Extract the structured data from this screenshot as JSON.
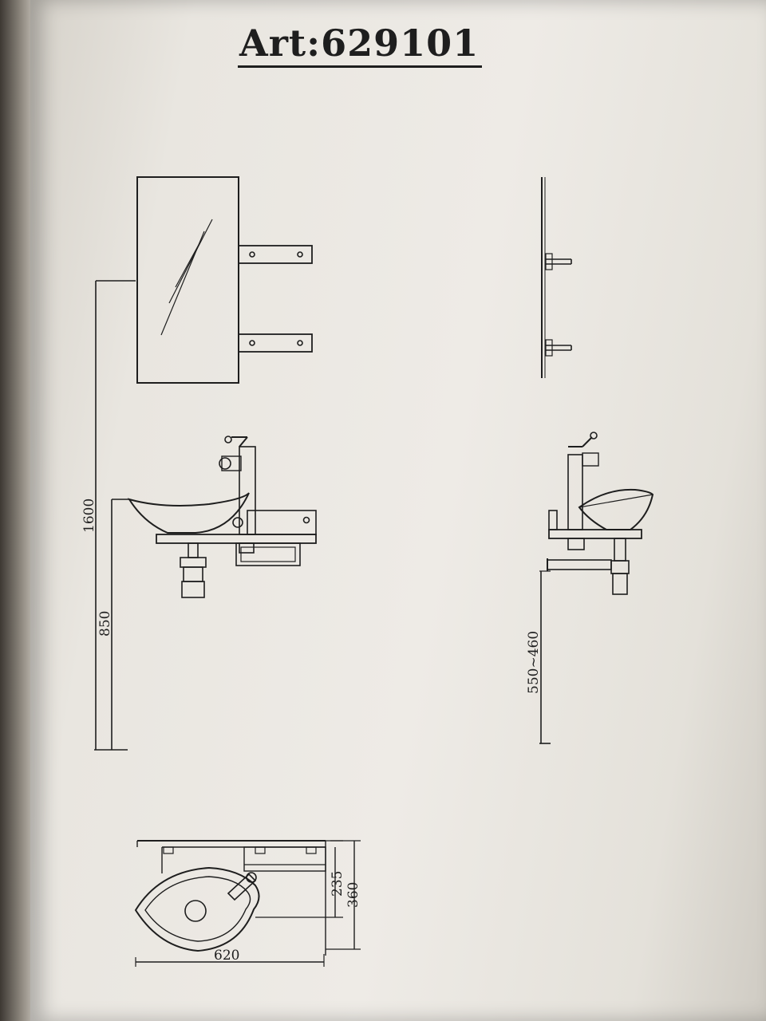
{
  "title": "Art:629101",
  "dimensions": {
    "total_height": "1600",
    "basin_height": "850",
    "side_height": "550~460",
    "depth_inner": "235",
    "depth_outer": "360",
    "width": "620"
  },
  "colors": {
    "ink": "#1e1e1e",
    "paper": "#ebe8e2"
  }
}
